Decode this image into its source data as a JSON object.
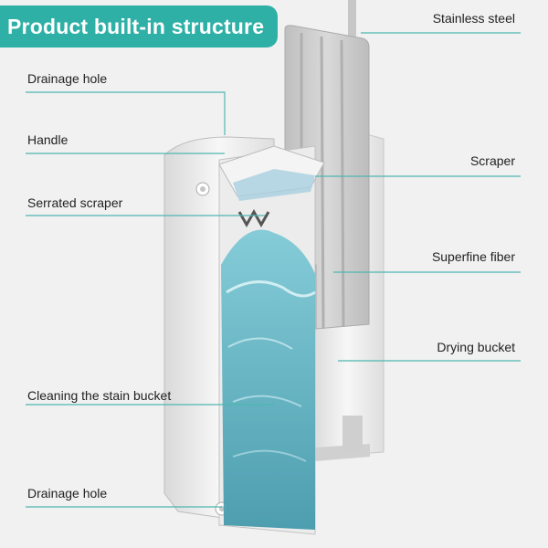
{
  "title": "Product built-in structure",
  "labels": {
    "left": [
      "Drainage hole",
      "Handle",
      "Serrated scraper",
      "Cleaning the stain bucket",
      "Drainage hole"
    ],
    "right": [
      "Stainless steel",
      "Scraper",
      "Superfine fiber",
      "Drying bucket"
    ]
  },
  "colors": {
    "banner": "#2fb0a6",
    "leader_line": "#4fb7b0",
    "water": "#5fb3c2",
    "bucket": "#e6e6e6"
  }
}
